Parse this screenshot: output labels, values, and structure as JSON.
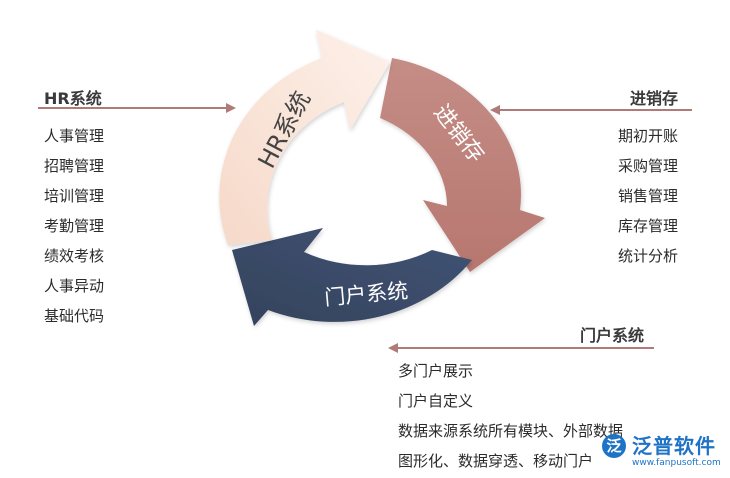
{
  "cycle": {
    "hr_label": "HR系统",
    "jxc_label": "进销存",
    "portal_label": "门户系统",
    "colors": {
      "hr": "#fbe6dc",
      "jxc": "#c0867f",
      "portal": "#3f4f6c"
    }
  },
  "hr_panel": {
    "heading": "HR系统",
    "items": [
      "人事管理",
      "招聘管理",
      "培训管理",
      "考勤管理",
      "绩效考核",
      "人事异动",
      "基础代码"
    ]
  },
  "jxc_panel": {
    "heading": "进销存",
    "items": [
      "期初开账",
      "采购管理",
      "销售管理",
      "库存管理",
      "统计分析"
    ]
  },
  "portal_panel": {
    "heading": "门户系统",
    "items": [
      "多门户展示",
      "门户自定义",
      "数据来源系统所有模块、外部数据",
      "图形化、数据穿透、移动门户"
    ]
  },
  "logo": {
    "brand": "泛普软件",
    "url": "www.fanpusoft.com"
  }
}
